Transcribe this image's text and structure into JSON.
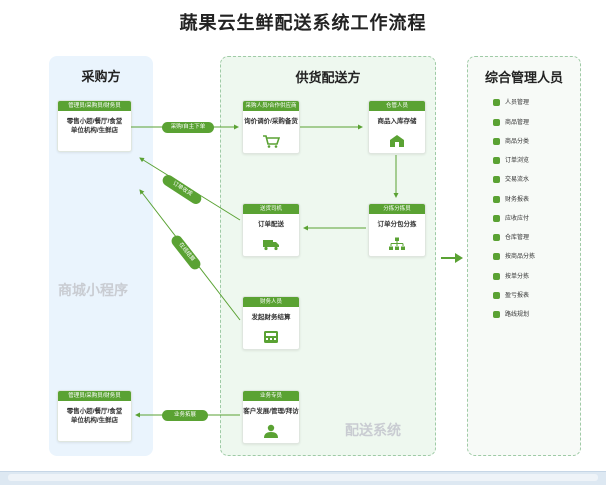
{
  "title": "蔬果云生鲜配送系统工作流程",
  "panels": {
    "buyer": {
      "title": "采购方",
      "watermark": "商城小程序"
    },
    "supply": {
      "title": "供货配送方",
      "watermark": "配送系统"
    },
    "mgmt": {
      "title": "综合管理人员"
    }
  },
  "cards": {
    "buyer_top": {
      "head": "管理员/采购员/财务员",
      "line1": "零售小超/餐厅/食堂",
      "line2": "单位机构/生鲜店"
    },
    "buyer_bottom": {
      "head": "管理员/采购员/财务员",
      "line1": "零售小超/餐厅/食堂",
      "line2": "单位机构/生鲜店"
    },
    "procure": {
      "head": "采购人员/合作供应商",
      "line1": "询价调价/采购备货"
    },
    "warehouse": {
      "head": "仓管人员",
      "line1": "商品入库存储"
    },
    "sorting": {
      "head": "分拣分拣员",
      "line1": "订单分包分拣"
    },
    "delivery": {
      "head": "送货司机",
      "line1": "订单配送"
    },
    "finance": {
      "head": "财务人员",
      "line1": "发起财务结算"
    },
    "sales": {
      "head": "业务专员",
      "line1": "客户发展/管理/拜访"
    }
  },
  "pills": {
    "order": "采购/自主下单",
    "receive": "订单收货",
    "settle": "在线结算",
    "expand": "业务拓展"
  },
  "mgmt_items": [
    "人员管理",
    "商品管理",
    "商品分类",
    "订单浏览",
    "交易流水",
    "财务报表",
    "应收应付",
    "仓库管理",
    "按商品分拣",
    "按单分拣",
    "盈亏报表",
    "路线规划"
  ],
  "colors": {
    "accent": "#5aa233",
    "buyer_bg": "#eaf4fd",
    "supply_bg": "#eef8ef"
  }
}
